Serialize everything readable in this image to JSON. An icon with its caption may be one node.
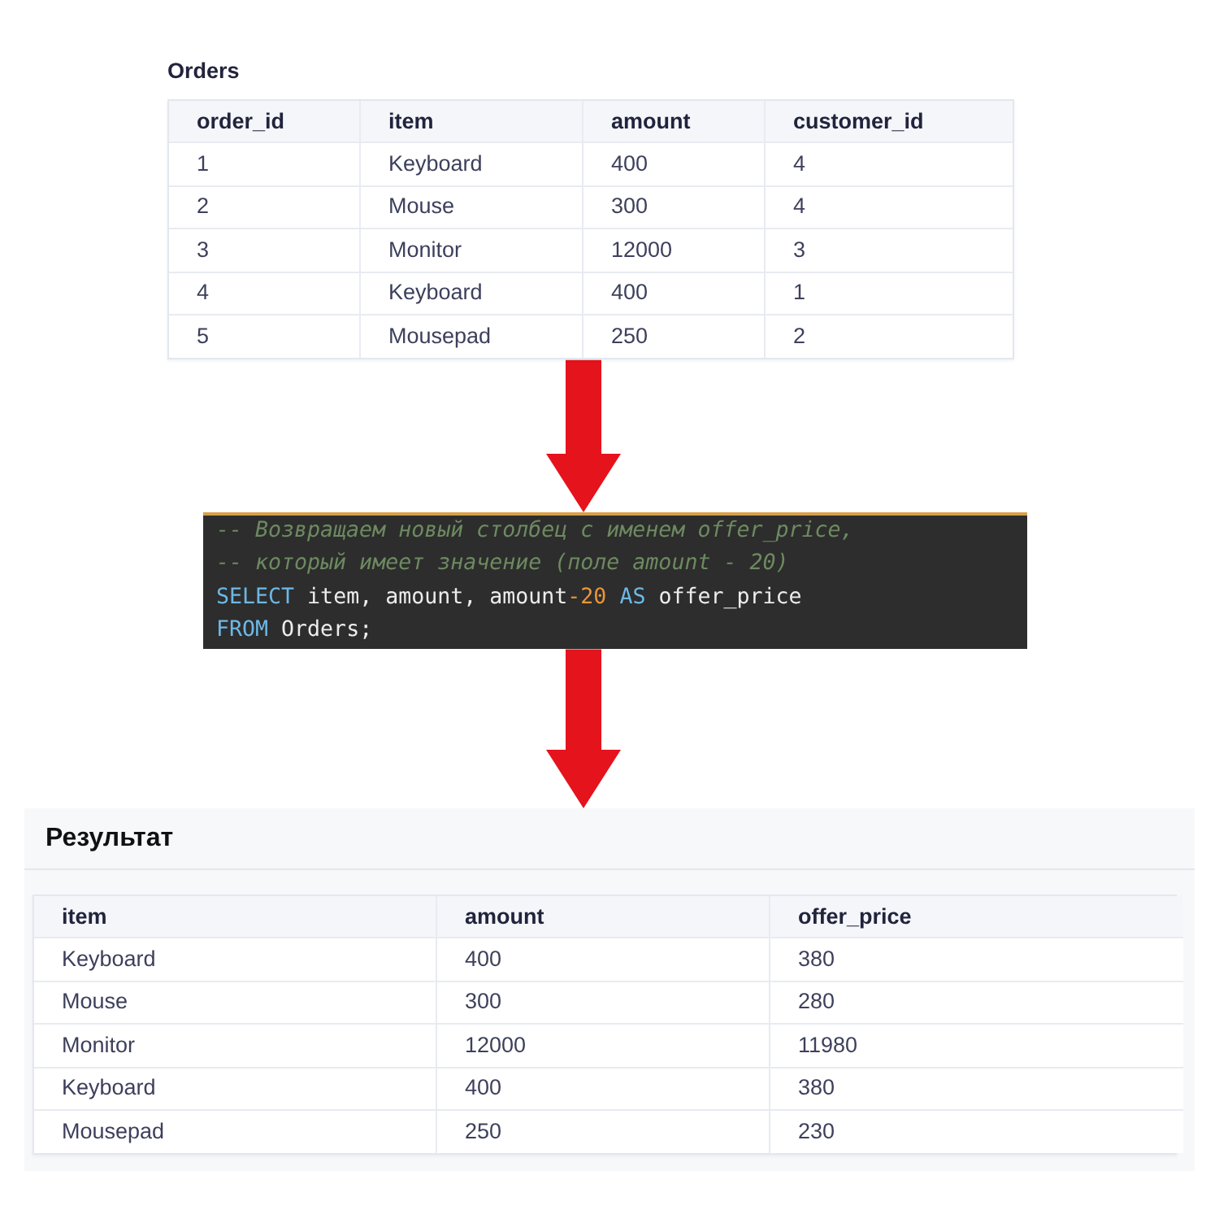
{
  "diagram": {
    "nodes": [
      {
        "text": [
          "Orders",
          "order_id",
          "item",
          "amount",
          "customer_id",
          "1",
          "Keyboard",
          "400",
          "4",
          "2",
          "Mouse",
          "300",
          "4",
          "3",
          "Monitor",
          "12000",
          "3",
          "4",
          "Keyboard",
          "400",
          "1",
          "5",
          "Mousepad",
          "250",
          "2"
        ]
      },
      {
        "text": [
          "-- Возвращаем новый столбец с именем offer_price,",
          "-- который имеет значение (поле amount - 20)",
          "SELECT item, amount, amount-20 AS offer_price",
          "FROM Orders;"
        ]
      },
      {
        "text": [
          "Результат",
          "item",
          "amount",
          "offer_price",
          "Keyboard",
          "400",
          "380",
          "Mouse",
          "300",
          "280",
          "Monitor",
          "12000",
          "11980",
          "Keyboard",
          "400",
          "380",
          "Mousepad",
          "250",
          "230"
        ]
      }
    ],
    "edges": [
      {
        "from": 0,
        "to": 1,
        "arrow": "to"
      },
      {
        "from": 1,
        "to": 2,
        "arrow": "to"
      }
    ]
  }
}
